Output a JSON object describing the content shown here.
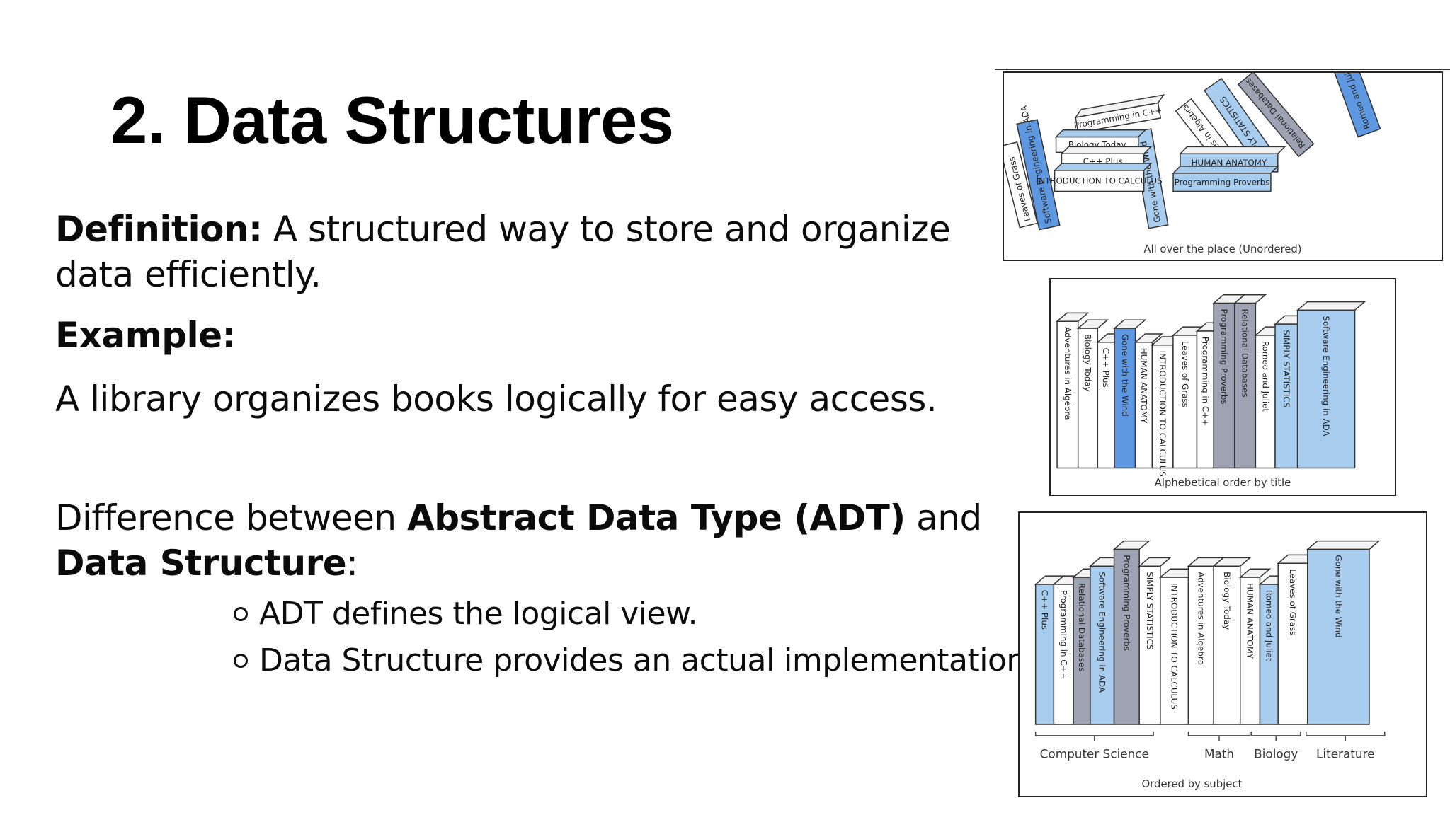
{
  "slide": {
    "title": "2. Data Structures",
    "definition_label": "Definition:",
    "definition_text": " A structured way to store and organize data efficiently.",
    "example_label": "Example:",
    "example_text": "A library organizes books logically for easy access.",
    "diff_prefix": "Difference between ",
    "diff_adt": "Abstract Data Type (ADT)",
    "diff_and": " and ",
    "diff_ds": "Data Structure",
    "diff_suffix": ":",
    "bullets": [
      "ADT defines the logical view.",
      "Data Structure provides an actual implementation."
    ]
  },
  "figures": {
    "unordered": {
      "caption": "All over the place (Unordered)",
      "books": [
        "Leaves of Grass",
        "Software Engineering in ADA",
        "Programming in C++",
        "Biology Today",
        "C++ Plus",
        "INTRODUCTION TO CALCULUS",
        "Gone with the Wind",
        "HUMAN ANATOMY",
        "Programming Proverbs",
        "Adventures in Algebra",
        "SIMPLY STATISTICS",
        "Relational Databases",
        "Romeo and Juliet"
      ]
    },
    "alphabetical": {
      "caption": "Alphebetical order by title",
      "books": [
        "Adventures in Algebra",
        "Biology Today",
        "C++ Plus",
        "Gone with the Wind",
        "HUMAN ANATOMY",
        "INTRODUCTION TO CALCULUS",
        "Leaves of Grass",
        "Programming in C++",
        "Programming Proverbs",
        "Relational Databases",
        "Romeo and Juliet",
        "SIMPLY STATISTICS",
        "Software Engineering in ADA"
      ]
    },
    "by_subject": {
      "caption": "Ordered by subject",
      "groups": [
        "Computer Science",
        "Math",
        "Biology",
        "Literature"
      ],
      "books": [
        "C++ Plus",
        "Programming in C++",
        "Relational Databases",
        "Software Engineering in ADA",
        "Programming Proverbs",
        "SIMPLY STATISTICS",
        "INTRODUCTION TO CALCULUS",
        "Adventures in Algebra",
        "Biology Today",
        "HUMAN ANATOMY",
        "Romeo and Juliet",
        "Leaves of Grass",
        "Gone with the Wind"
      ]
    }
  },
  "colors": {
    "book_blue": "#a9cdef",
    "book_blue_dark": "#5e98e0",
    "book_gray": "#9ea3b3",
    "book_white": "#ffffff",
    "book_outline": "#333333"
  }
}
